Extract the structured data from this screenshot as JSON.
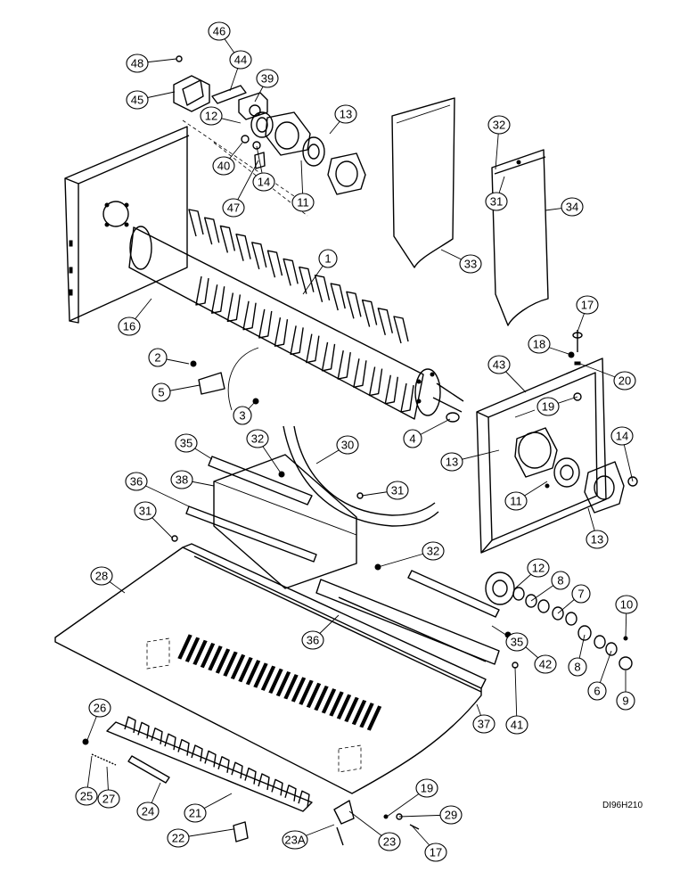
{
  "callouts": [
    "1",
    "2",
    "3",
    "4",
    "5",
    "6",
    "7",
    "8",
    "9",
    "10",
    "11",
    "12",
    "13",
    "14",
    "16",
    "17",
    "18",
    "19",
    "20",
    "21",
    "22",
    "23",
    "23A",
    "24",
    "25",
    "26",
    "27",
    "28",
    "29",
    "30",
    "31",
    "32",
    "33",
    "34",
    "35",
    "36",
    "37",
    "38",
    "39",
    "40",
    "41",
    "42",
    "43",
    "44",
    "45",
    "46",
    "47",
    "48"
  ],
  "drawing_code": "DI96H210"
}
